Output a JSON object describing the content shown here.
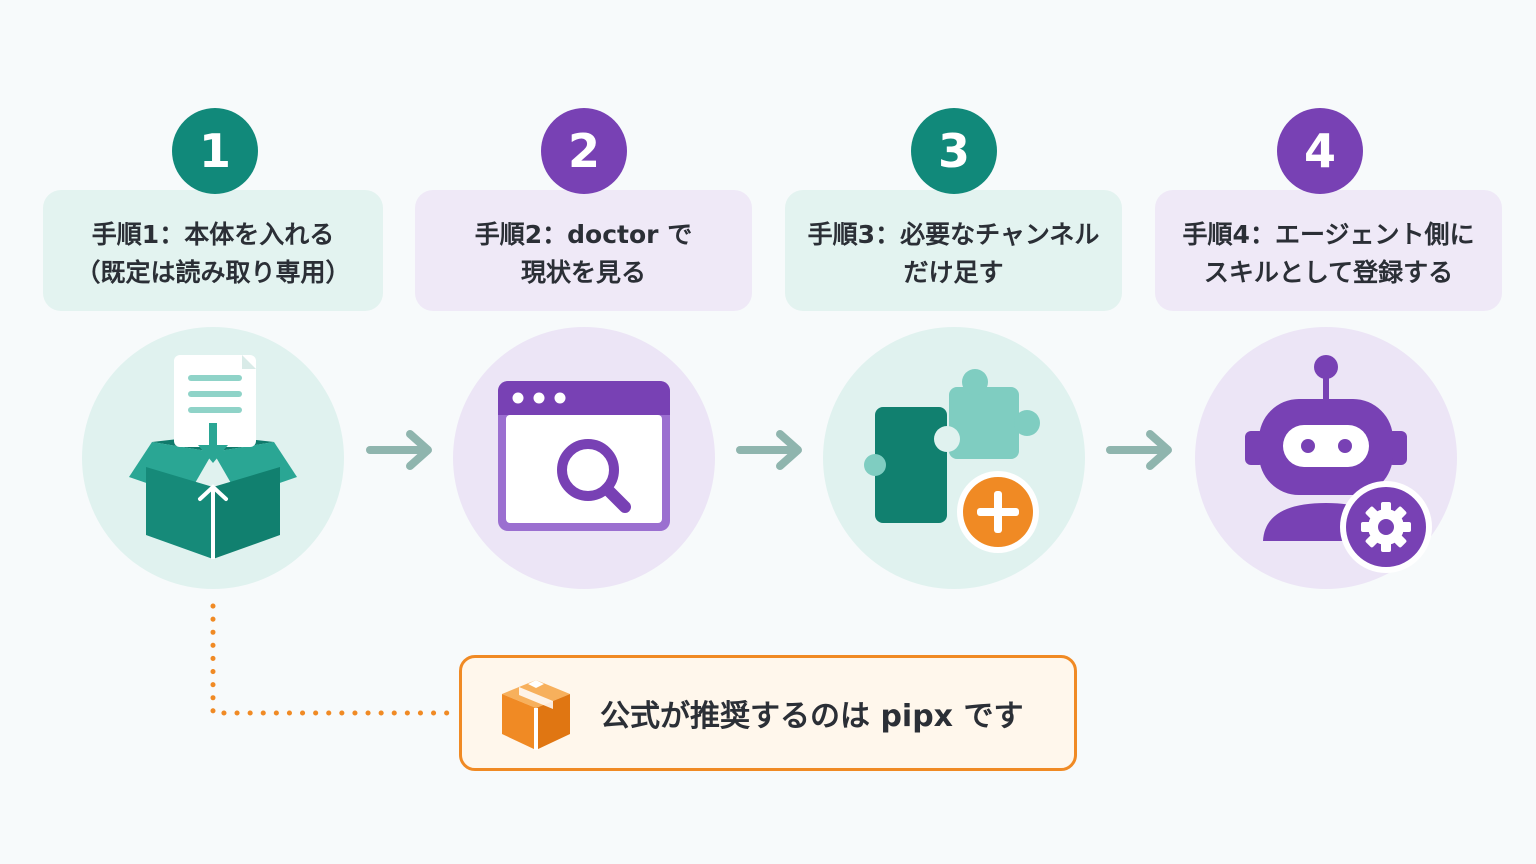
{
  "colors": {
    "teal": "#11897a",
    "purple": "#7841b4",
    "orange": "#f08a24",
    "arrow": "#8fb5ae"
  },
  "steps": [
    {
      "number": "1",
      "lines": [
        "手順1：本体を入れる",
        "（既定は読み取り専用）"
      ],
      "icon": "package-download-icon"
    },
    {
      "number": "2",
      "lines": [
        "手順2：doctor で",
        "現状を見る"
      ],
      "icon": "browser-search-icon"
    },
    {
      "number": "3",
      "lines": [
        "手順3：必要なチャンネル",
        "だけ足す"
      ],
      "icon": "puzzle-add-icon"
    },
    {
      "number": "4",
      "lines": [
        "手順4：エージェント側に",
        "スキルとして登録する"
      ],
      "icon": "robot-gear-icon"
    }
  ],
  "note": {
    "text": "公式が推奨するのは pipx です",
    "icon": "orange-box-icon"
  }
}
